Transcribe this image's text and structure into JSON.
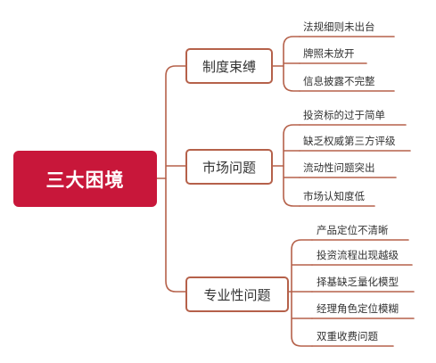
{
  "root": {
    "label": "三大困境"
  },
  "branches": [
    {
      "label": "制度束缚",
      "leaves": [
        "法规细则未出台",
        "牌照未放开",
        "信息披露不完整"
      ]
    },
    {
      "label": "市场问题",
      "leaves": [
        "投资标的过于简单",
        "缺乏权威第三方评级",
        "流动性问题突出",
        "市场认知度低"
      ]
    },
    {
      "label": "专业性问题",
      "leaves": [
        "产品定位不清晰",
        "投资流程出现越级",
        "择基缺乏量化模型",
        "经理角色定位模糊",
        "双重收费问题"
      ]
    }
  ],
  "colors": {
    "root_fill": "#c8173a",
    "connector": "#b5614a",
    "text": "#333333"
  }
}
